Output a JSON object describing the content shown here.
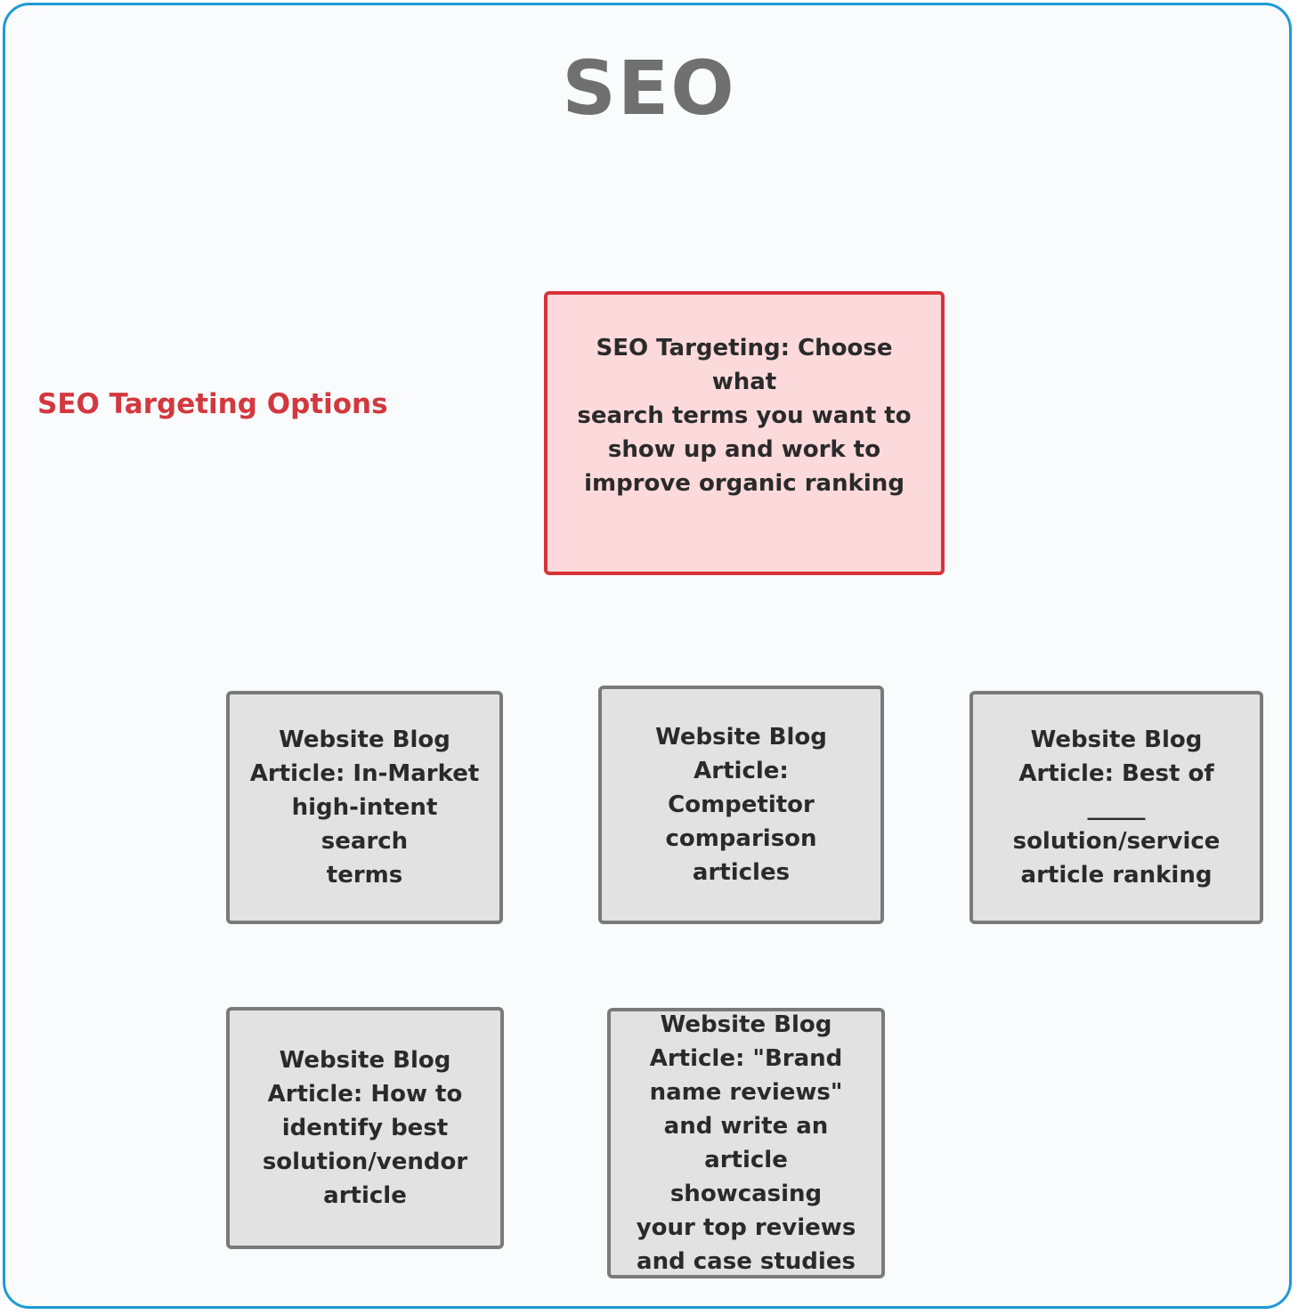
{
  "diagram": {
    "title": "SEO",
    "side_label": "SEO Targeting Options",
    "main_node": {
      "text": "SEO Targeting: Choose what\nsearch terms you want to\nshow up and work to\nimprove organic ranking"
    },
    "option_nodes": [
      {
        "text": "Website Blog\nArticle: In-Market\nhigh-intent search\nterms"
      },
      {
        "text": "Website Blog\nArticle: Competitor\ncomparison\narticles"
      },
      {
        "text": "Website Blog\nArticle: Best of\n_____\nsolution/service\narticle ranking"
      },
      {
        "text": "Website Blog\nArticle: How to\nidentify best\nsolution/vendor\narticle"
      },
      {
        "text": "Website Blog\nArticle: \"Brand\nname reviews\"\nand write an\narticle showcasing\nyour top reviews\nand case studies"
      }
    ]
  },
  "colors": {
    "frame_border": "#1e9ad6",
    "background": "#fafbfc",
    "title": "#707070",
    "accent_red": "#d7343a",
    "main_fill": "#fcd9db",
    "node_fill": "#e2e2e2",
    "node_border": "#7a7a7a"
  }
}
